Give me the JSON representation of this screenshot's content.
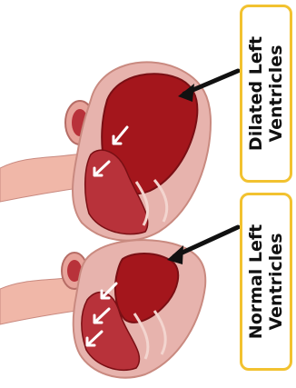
{
  "labels": {
    "dilated": {
      "line1": "Dilated Left",
      "line2": "Ventricles"
    },
    "normal": {
      "line1": "Normal Left",
      "line2": "Ventricles"
    }
  },
  "colors": {
    "label_border": "#f2c230",
    "heart_outer": "#e7b3ad",
    "chamber": "#a4161c",
    "chamber_dark": "#7a0f14",
    "vessel": "#f0b7a8",
    "arrow": "#111111"
  }
}
